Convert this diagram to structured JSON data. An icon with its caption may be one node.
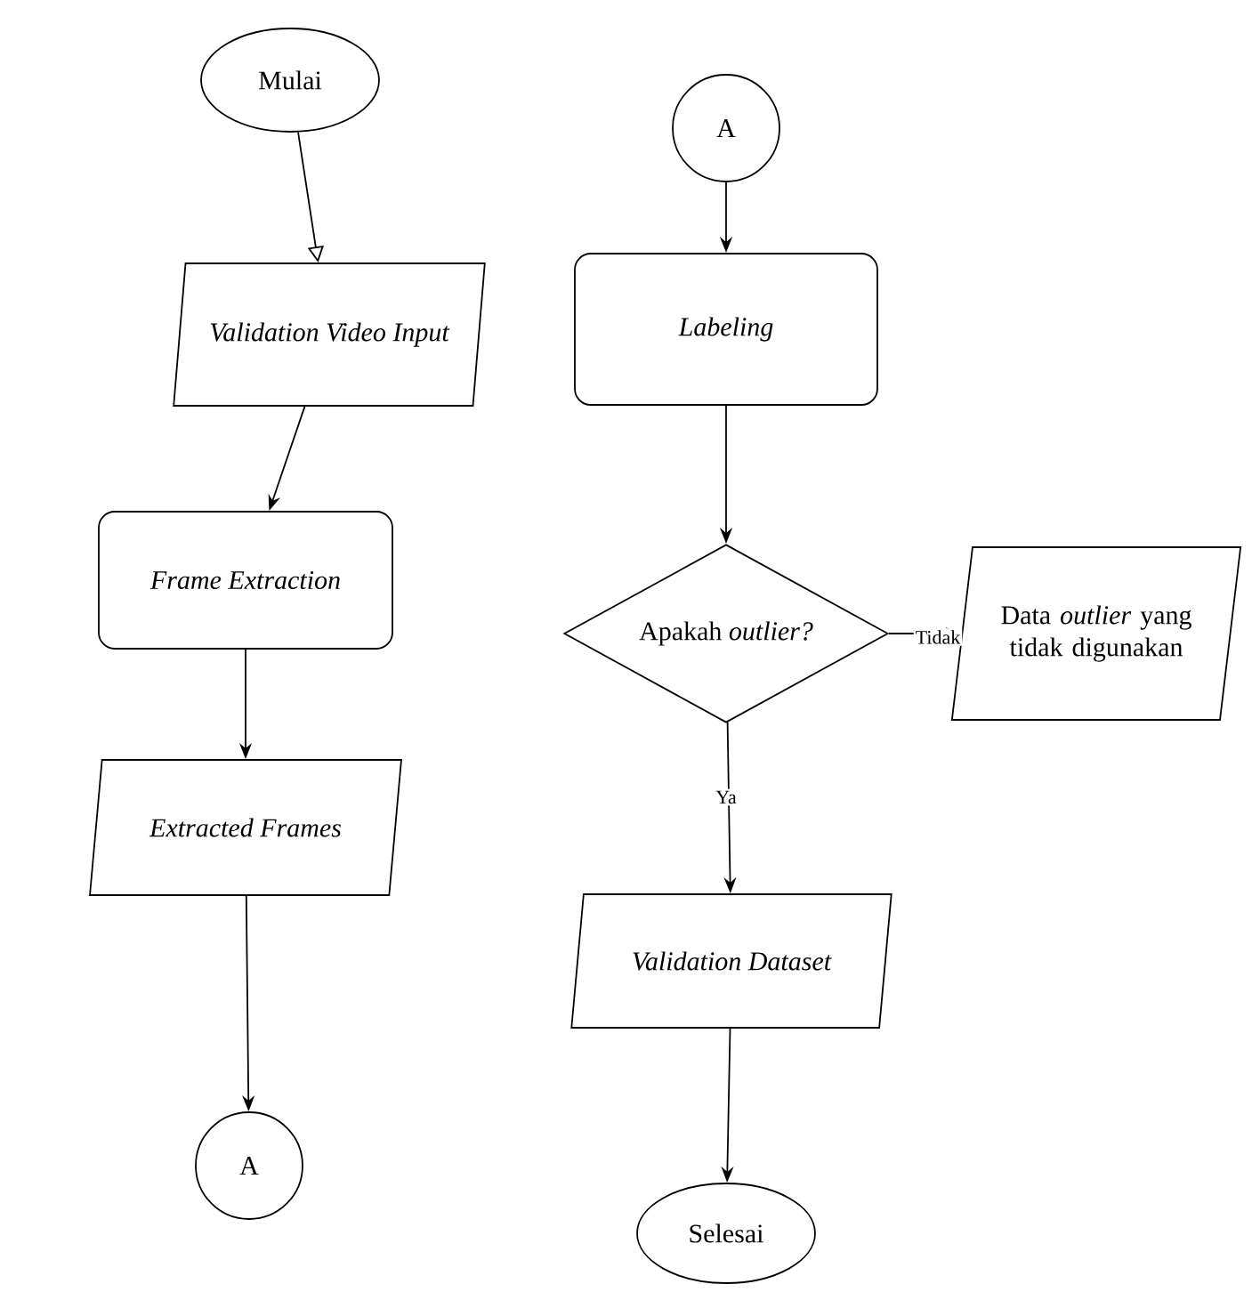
{
  "diagram": {
    "nodes": [
      {
        "text": [
          "Mulai"
        ]
      },
      {
        "text": [
          "Validation Video Input"
        ]
      },
      {
        "text": [
          "Frame Extraction"
        ]
      },
      {
        "text": [
          "Extracted Frames"
        ]
      },
      {
        "text": [
          "A"
        ]
      },
      {
        "text": [
          "A"
        ]
      },
      {
        "text": [
          "Labeling"
        ]
      },
      {
        "text": [
          "Apakah *outlier?*"
        ]
      },
      {
        "text": [
          "Data *outlier* yang tidak digunakan"
        ]
      },
      {
        "text": [
          "Validation Dataset"
        ]
      },
      {
        "text": [
          "Selesai"
        ]
      }
    ],
    "edges": [
      {
        "from": 0,
        "to": 1,
        "arrow": "to"
      },
      {
        "from": 1,
        "to": 2,
        "arrow": "to"
      },
      {
        "from": 2,
        "to": 3,
        "arrow": "to"
      },
      {
        "from": 3,
        "to": 4,
        "arrow": "to"
      },
      {
        "from": 5,
        "to": 6,
        "arrow": "to"
      },
      {
        "from": 6,
        "to": 7,
        "arrow": "to"
      },
      {
        "from": 7,
        "to": 8,
        "arrow": "to",
        "label": "Tidak"
      },
      {
        "from": 7,
        "to": 9,
        "arrow": "to",
        "label": "Ya"
      },
      {
        "from": 9,
        "to": 10,
        "arrow": "to"
      }
    ]
  }
}
